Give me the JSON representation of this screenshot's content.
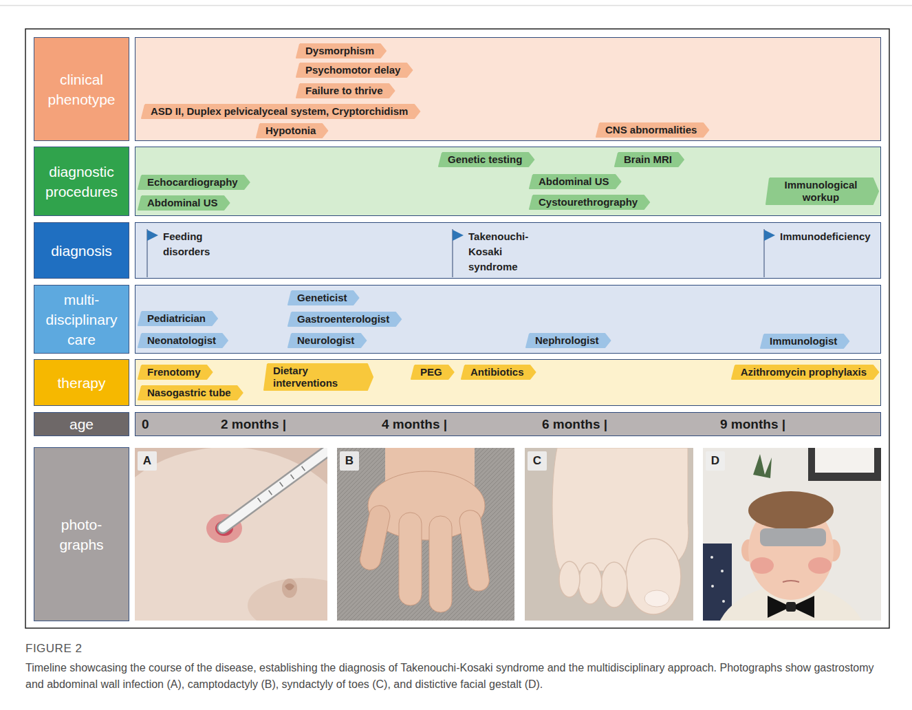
{
  "diagram": {
    "caption": "Timeline showcasing the course of the disease, establishing the diagnosis of Takenouchi-Kosaki syndrome and the multidisciplinary approach. Photographs show gastrostomy and abdominal wall infection (A), camptodactyly (B), syndactyly of toes (C), and distictive facial gestalt (D).",
    "nodes": [
      {
        "text": [
          "clinical phenotype"
        ]
      },
      {
        "text": [
          "Dysmorphism"
        ],
        "in": 0
      },
      {
        "text": [
          "Psychomotor delay"
        ],
        "in": 0
      },
      {
        "text": [
          "Failure to thrive"
        ],
        "in": 0
      },
      {
        "text": [
          "ASD II, Duplex pelvicalyceal system, Cryptorchidism"
        ],
        "in": 0
      },
      {
        "text": [
          "Hypotonia"
        ],
        "in": 0
      },
      {
        "text": [
          "CNS abnormalities"
        ],
        "in": 0
      },
      {
        "text": [
          "diagnostic procedures"
        ]
      },
      {
        "text": [
          "Genetic testing"
        ],
        "in": 7
      },
      {
        "text": [
          "Brain MRI"
        ],
        "in": 7
      },
      {
        "text": [
          "Echocardiography"
        ],
        "in": 7
      },
      {
        "text": [
          "Abdominal US"
        ],
        "in": 7
      },
      {
        "text": [
          "Immunological workup"
        ],
        "in": 7
      },
      {
        "text": [
          "Abdominal US"
        ],
        "in": 7
      },
      {
        "text": [
          "Cystourethrography"
        ],
        "in": 7
      },
      {
        "text": [
          "diagnosis"
        ]
      },
      {
        "text": [
          "Feeding disorders"
        ],
        "in": 15
      },
      {
        "text": [
          "Takenouchi- Kosaki syndrome"
        ],
        "in": 15
      },
      {
        "text": [
          "Immunodeficiency"
        ],
        "in": 15
      },
      {
        "text": [
          "multi- disciplinary care"
        ]
      },
      {
        "text": [
          "Geneticist"
        ],
        "in": 19
      },
      {
        "text": [
          "Pediatrician"
        ],
        "in": 19
      },
      {
        "text": [
          "Gastroenterologist"
        ],
        "in": 19
      },
      {
        "text": [
          "Neonatologist"
        ],
        "in": 19
      },
      {
        "text": [
          "Neurologist"
        ],
        "in": 19
      },
      {
        "text": [
          "Nephrologist"
        ],
        "in": 19
      },
      {
        "text": [
          "Immunologist"
        ],
        "in": 19
      },
      {
        "text": [
          "therapy"
        ]
      },
      {
        "text": [
          "Frenotomy"
        ],
        "in": 27
      },
      {
        "text": [
          "Dietary interventions"
        ],
        "in": 27
      },
      {
        "text": [
          "PEG"
        ],
        "in": 27
      },
      {
        "text": [
          "Antibiotics"
        ],
        "in": 27
      },
      {
        "text": [
          "Azithromycin prophylaxis"
        ],
        "in": 27
      },
      {
        "text": [
          "Nasogastric tube"
        ],
        "in": 27
      },
      {
        "text": [
          "age",
          "0",
          "2 months |",
          "4 months |",
          "6 months |",
          "9 months |"
        ]
      },
      {
        "text": [
          "photo- graphs"
        ]
      },
      {
        "text": [
          "A"
        ],
        "in": 35
      },
      {
        "text": [
          "B"
        ],
        "in": 35
      },
      {
        "text": [
          "C"
        ],
        "in": 35
      },
      {
        "text": [
          "D"
        ],
        "in": 35
      }
    ],
    "labels": [
      "FIGURE 2"
    ]
  }
}
